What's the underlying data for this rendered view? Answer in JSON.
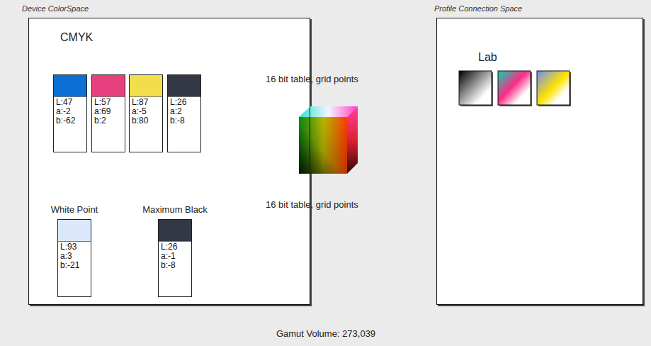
{
  "diagram": {
    "nodes": [
      {
        "text": [
          "Device ColorSpace",
          "CMYK"
        ]
      },
      {
        "text": [
          "L:47",
          "a:-2",
          "b:-62"
        ],
        "in": 0
      },
      {
        "text": [
          "L:57",
          "a:69",
          "b:2"
        ],
        "in": 0
      },
      {
        "text": [
          "L:87",
          "a:-5",
          "b:80"
        ],
        "in": 0
      },
      {
        "text": [
          "L:26",
          "a:2",
          "b:-8"
        ],
        "in": 0
      },
      {
        "text": [
          "White Point",
          "L:93",
          "a:3",
          "b:-21"
        ],
        "in": 0
      },
      {
        "text": [
          "Maximum Black",
          "L:26",
          "a:-1",
          "b:-8"
        ],
        "in": 0
      },
      {
        "text": [
          "Profile Connection Space",
          "Lab"
        ]
      }
    ],
    "labels": [
      "16 bit table, grid points",
      "16 bit table, grid points",
      "Gamut Volume: 273,039"
    ]
  }
}
